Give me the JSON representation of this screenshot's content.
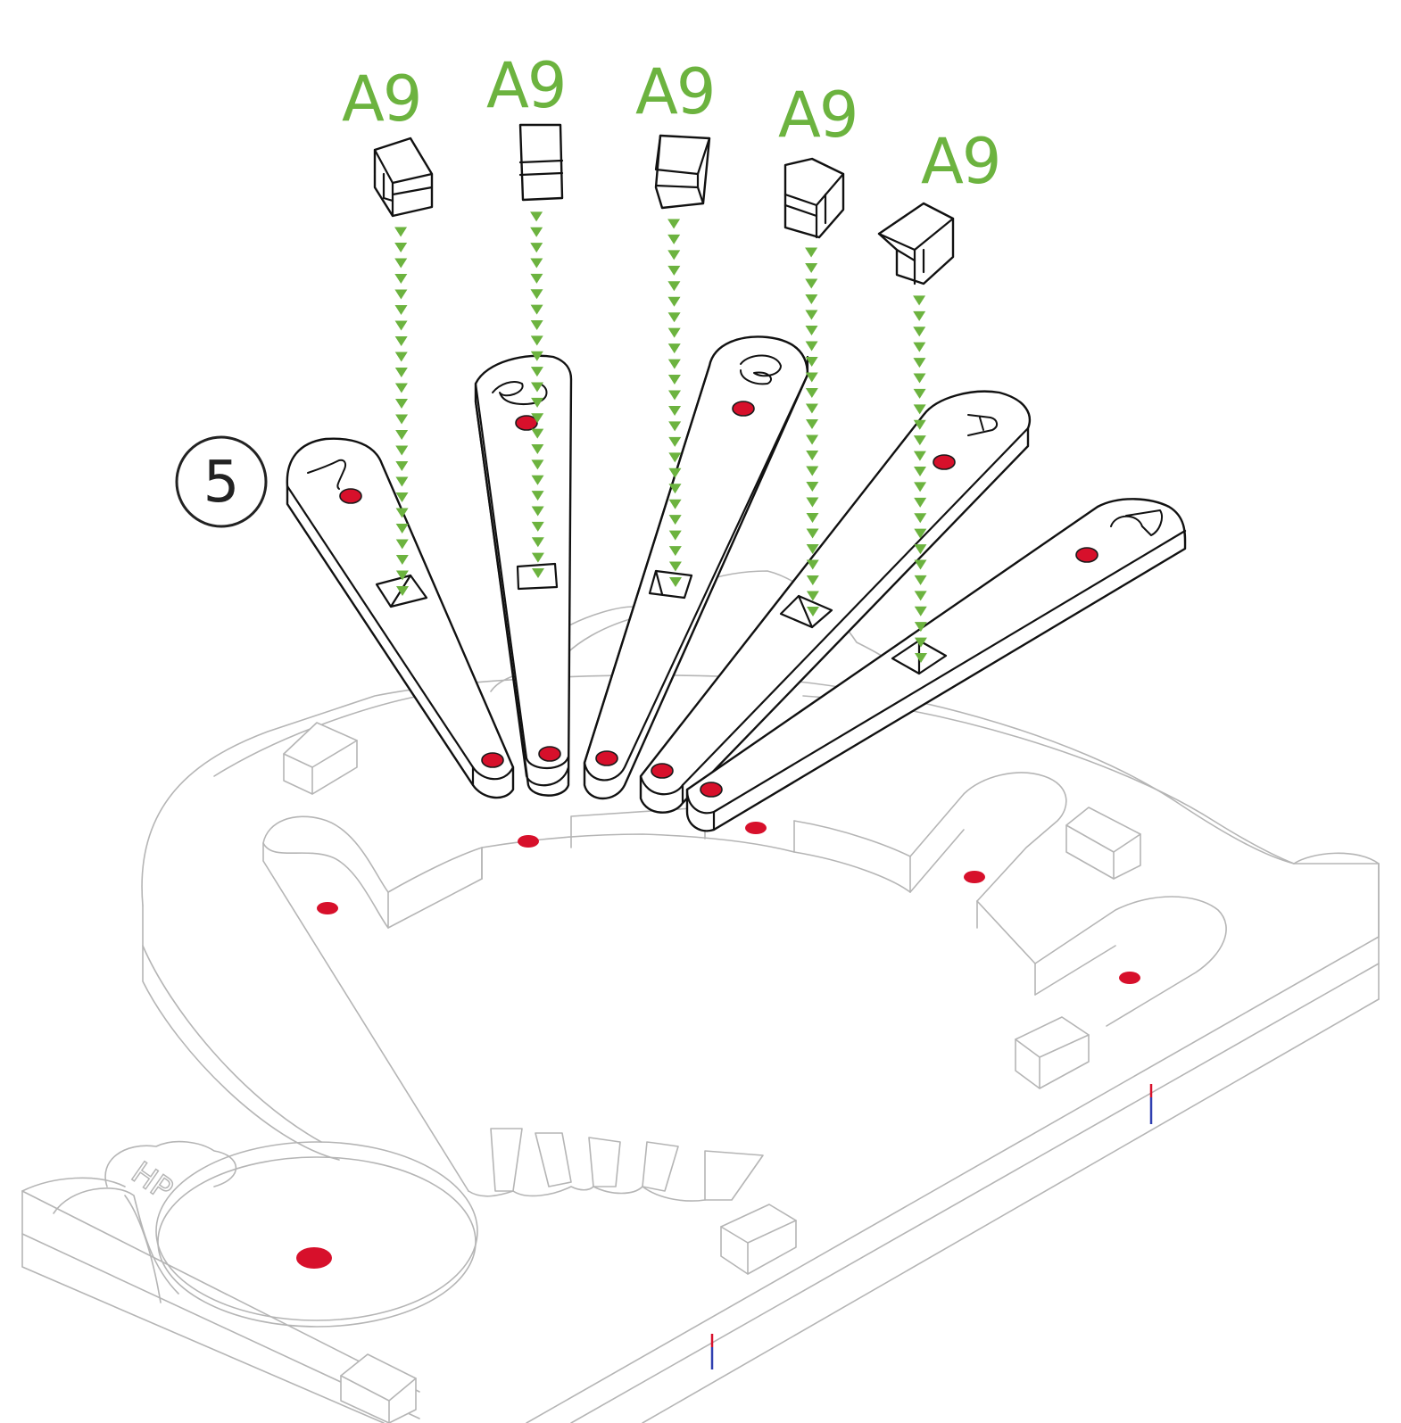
{
  "step": {
    "number": "5"
  },
  "part_labels": [
    "A9",
    "A9",
    "A9",
    "A9",
    "A9"
  ],
  "base_engraving": "HP",
  "arms": [
    {
      "number": "1"
    },
    {
      "number": "2"
    },
    {
      "number": "3"
    },
    {
      "number": "4"
    },
    {
      "number": "5"
    }
  ],
  "colors": {
    "label_green": "#6cb33f",
    "hole_red": "#d7102b",
    "part_outline": "#111111",
    "base_outline": "#b5b5b5",
    "marker_blue": "#2f3fb0"
  }
}
